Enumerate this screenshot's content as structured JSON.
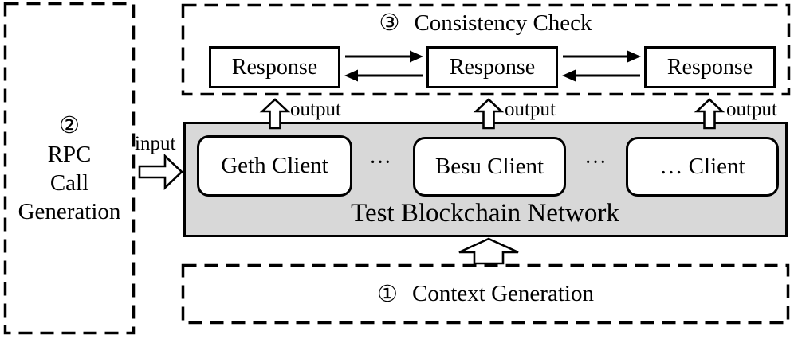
{
  "left_panel": {
    "step_number": "②",
    "lines": [
      "RPC",
      "Call",
      "Generation"
    ]
  },
  "consistency_panel": {
    "step_number": "③",
    "title": "Consistency Check",
    "responses": [
      "Response",
      "Response",
      "Response"
    ],
    "output_label": "output"
  },
  "network_panel": {
    "title": "Test Blockchain Network",
    "clients": [
      "Geth Client",
      "Besu Client",
      "… Client"
    ],
    "separator_dots": "···"
  },
  "context_panel": {
    "step_number": "①",
    "title": "Context Generation"
  },
  "labels": {
    "input": "input"
  },
  "colors": {
    "network_fill": "#d8d8d8",
    "line": "#000000",
    "box_fill": "#ffffff"
  }
}
